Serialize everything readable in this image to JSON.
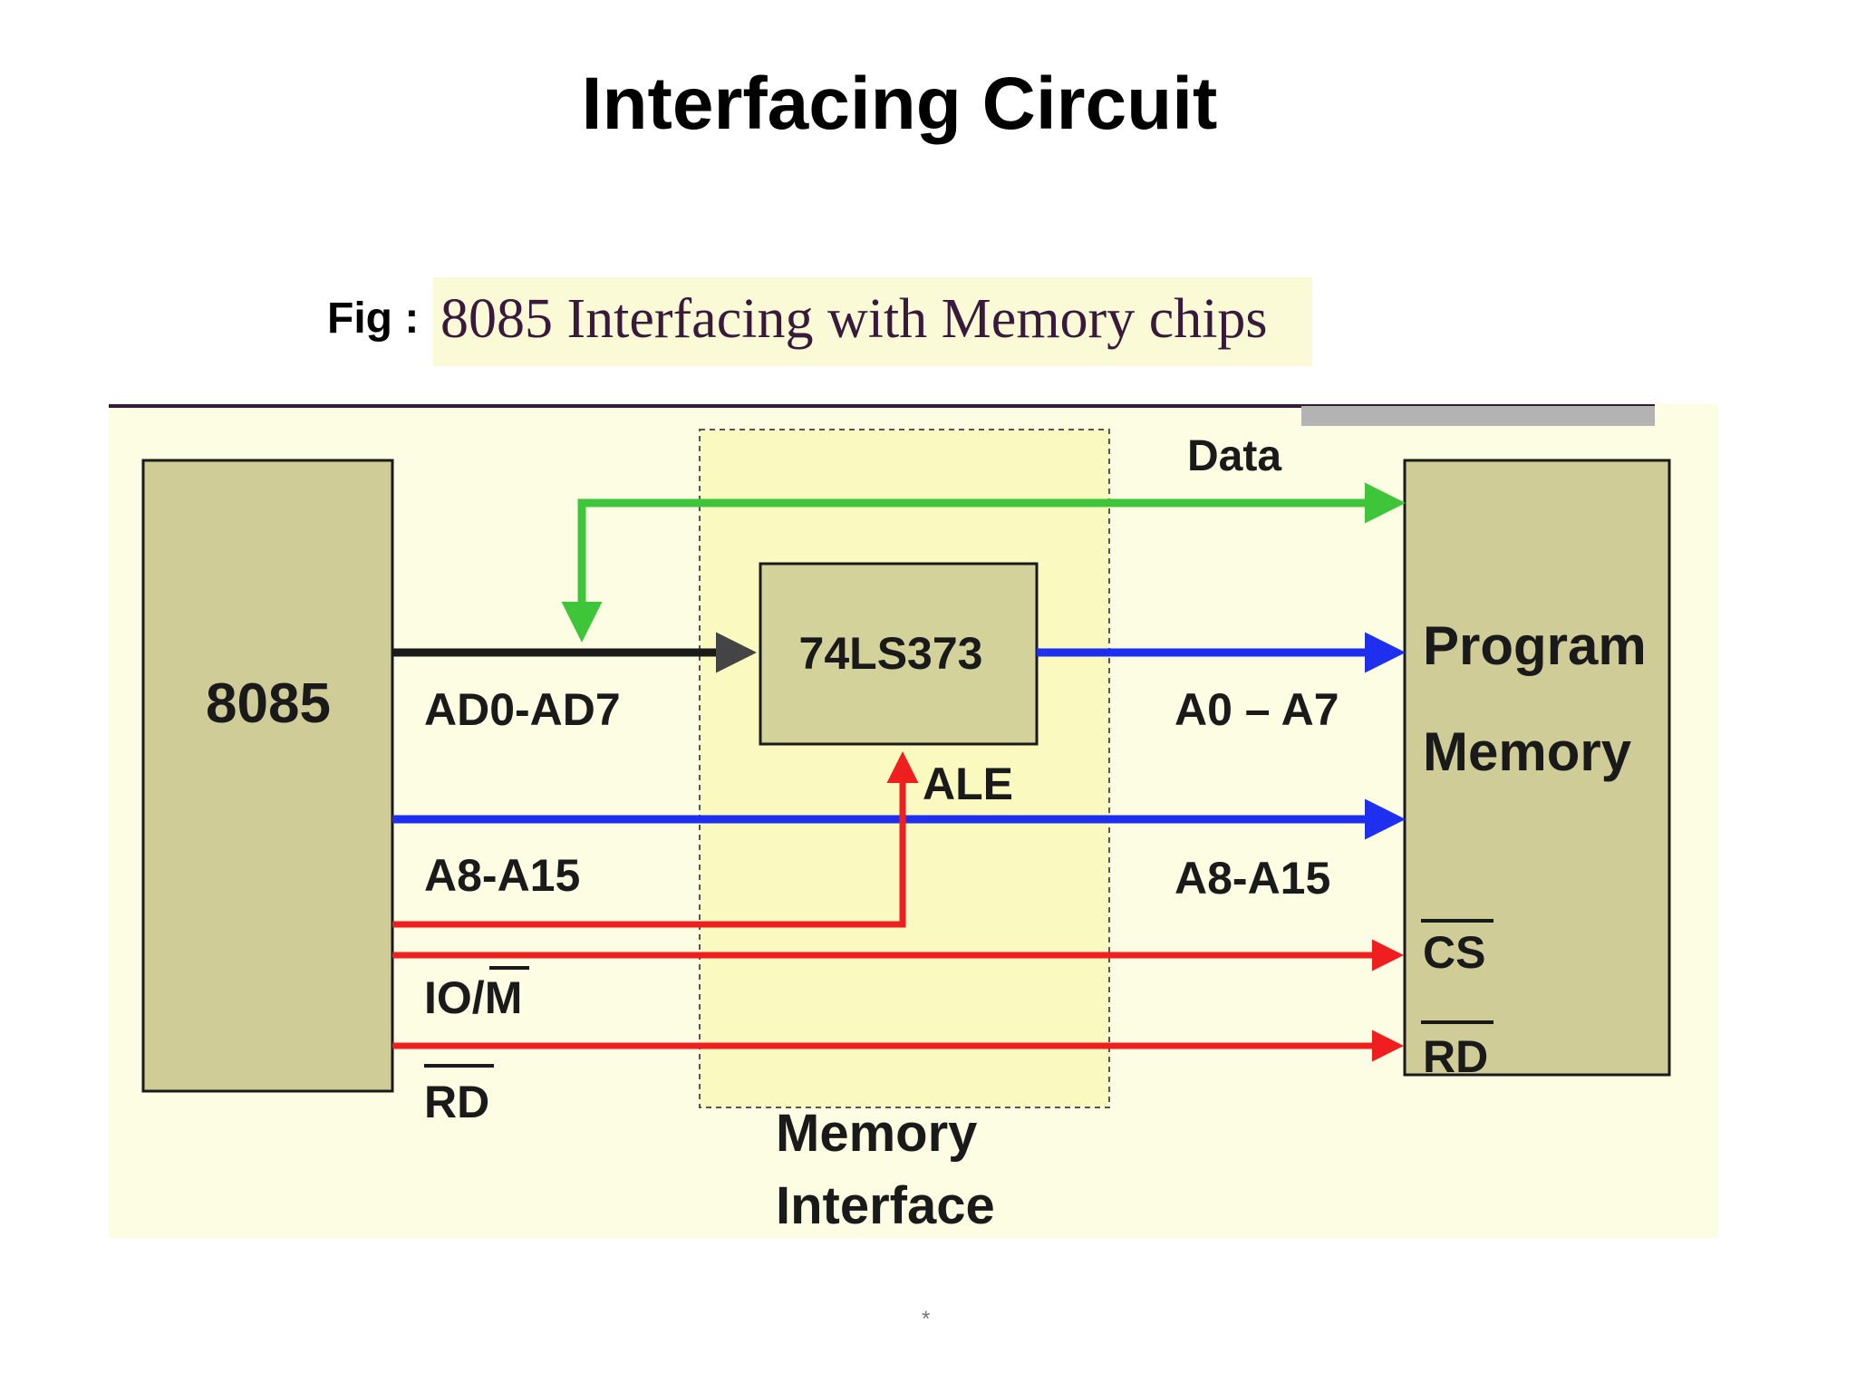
{
  "title": "Interfacing Circuit",
  "figure": {
    "label": "Fig :",
    "caption": "8085 Interfacing with Memory chips"
  },
  "diagram": {
    "cpu": "8085",
    "latch": "74LS373",
    "memory": [
      "Program",
      "Memory"
    ],
    "interface": [
      "Memory",
      "Interface"
    ],
    "signals": {
      "data": "Data",
      "ad": "AD0-AD7",
      "a_low": "A0 – A7",
      "ale": "ALE",
      "a_high_left": "A8-A15",
      "a_high_right": "A8-A15",
      "iom_prefix": "IO/",
      "iom_bar": "M",
      "rd_left": "RD",
      "cs": "CS",
      "rd_right": "RD"
    },
    "colors": {
      "data_bus": "#3fc53a",
      "address_bus": "#1f2ff0",
      "control": "#f01f1f",
      "multiplexed_bus": "#1a1a1a",
      "block_fill": "#cfcc98",
      "background": "#fdfde3",
      "interface_fill": "#fafac0"
    }
  },
  "footer": "*"
}
